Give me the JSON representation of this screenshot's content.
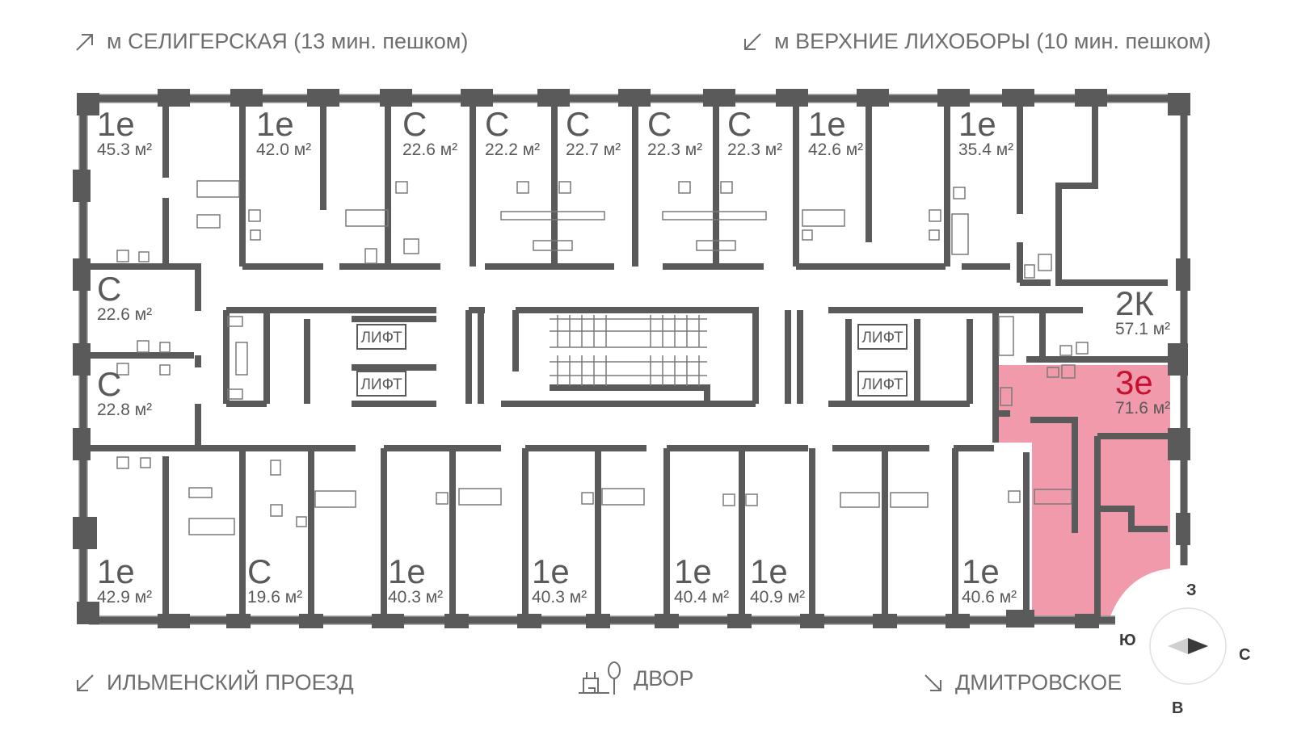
{
  "top_left": {
    "label": "м СЕЛИГЕРСКАЯ (13 мин. пешком)",
    "icon": "arrow-up-right-icon"
  },
  "top_right": {
    "label": "м ВЕРХНИЕ ЛИХОБОРЫ (10 мин. пешком)",
    "icon": "arrow-down-left-icon"
  },
  "bottom_left": {
    "label": "ИЛЬМЕНСКИЙ ПРОЕЗД",
    "icon": "arrow-down-left-icon"
  },
  "bottom_center": {
    "label": "ДВОР",
    "icon": "courtyard-icon"
  },
  "bottom_right": {
    "label": "ДМИТРОВСКОЕ",
    "icon": "arrow-down-right-icon"
  },
  "colors": {
    "wall": "#5a5a5a",
    "highlight": "#f09aab",
    "text": "#6e6e6e"
  },
  "lift_label": "ЛИФТ",
  "apartments": {
    "top": [
      {
        "type": "1е",
        "area": "45.3 м²"
      },
      {
        "type": "1е",
        "area": "42.0 м²"
      },
      {
        "type": "С",
        "area": "22.6 м²"
      },
      {
        "type": "С",
        "area": "22.2 м²"
      },
      {
        "type": "С",
        "area": "22.7 м²"
      },
      {
        "type": "С",
        "area": "22.3 м²"
      },
      {
        "type": "С",
        "area": "22.3 м²"
      },
      {
        "type": "1е",
        "area": "42.6 м²"
      },
      {
        "type": "1е",
        "area": "35.4 м²"
      }
    ],
    "left": [
      {
        "type": "С",
        "area": "22.6 м²"
      },
      {
        "type": "С",
        "area": "22.8 м²"
      }
    ],
    "right": [
      {
        "type": "2К",
        "area": "57.1 м²"
      },
      {
        "type": "3е",
        "area": "71.6 м²",
        "highlighted": true
      }
    ],
    "bottom": [
      {
        "type": "1е",
        "area": "42.9 м²"
      },
      {
        "type": "С",
        "area": "19.6 м²"
      },
      {
        "type": "1е",
        "area": "40.3 м²"
      },
      {
        "type": "1е",
        "area": "40.3 м²"
      },
      {
        "type": "1е",
        "area": "40.4 м²"
      },
      {
        "type": "1е",
        "area": "40.9 м²"
      },
      {
        "type": "1е",
        "area": "40.6 м²"
      }
    ]
  },
  "compass": {
    "n": "З",
    "s": "В",
    "w": "Ю",
    "e": "С"
  }
}
